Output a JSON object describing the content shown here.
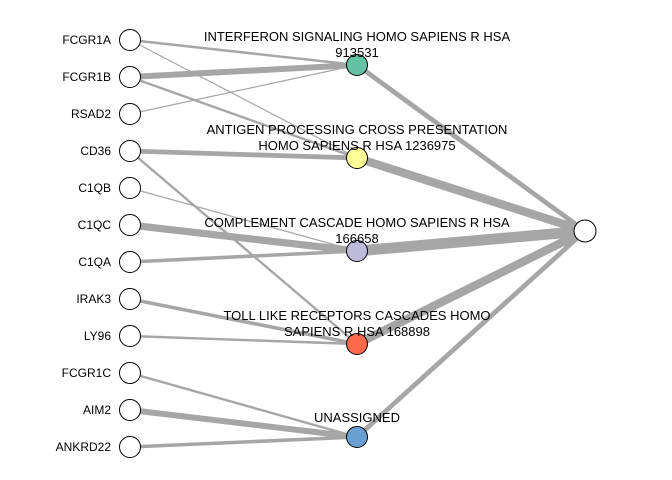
{
  "genes": [
    {
      "id": "FCGR1A",
      "label": "FCGR1A"
    },
    {
      "id": "FCGR1B",
      "label": "FCGR1B"
    },
    {
      "id": "RSAD2",
      "label": "RSAD2"
    },
    {
      "id": "CD36",
      "label": "CD36"
    },
    {
      "id": "C1QB",
      "label": "C1QB"
    },
    {
      "id": "C1QC",
      "label": "C1QC"
    },
    {
      "id": "C1QA",
      "label": "C1QA"
    },
    {
      "id": "IRAK3",
      "label": "IRAK3"
    },
    {
      "id": "LY96",
      "label": "LY96"
    },
    {
      "id": "FCGR1C",
      "label": "FCGR1C"
    },
    {
      "id": "AIM2",
      "label": "AIM2"
    },
    {
      "id": "ANKRD22",
      "label": "ANKRD22"
    }
  ],
  "pathways": [
    {
      "id": "interferon",
      "lines": [
        "INTERFERON SIGNALING HOMO SAPIENS R HSA",
        "913531"
      ],
      "color": "#66c2a5"
    },
    {
      "id": "antigen",
      "lines": [
        "ANTIGEN PROCESSING CROSS PRESENTATION",
        "HOMO SAPIENS R HSA 1236975"
      ],
      "color": "#ffff99"
    },
    {
      "id": "complement",
      "lines": [
        "COMPLEMENT CASCADE HOMO SAPIENS R HSA",
        "166658"
      ],
      "color": "#bebada"
    },
    {
      "id": "toll",
      "lines": [
        "TOLL LIKE RECEPTORS CASCADES HOMO",
        "SAPIENS R HSA 168898"
      ],
      "color": "#fb6a4a"
    },
    {
      "id": "unassigned",
      "lines": [
        "UNASSIGNED"
      ],
      "color": "#6a9fd1"
    }
  ],
  "sink": {
    "id": "sink",
    "color": "#ffffff"
  },
  "edges": [
    {
      "from": "FCGR1A",
      "to": "interferon",
      "weight": 2
    },
    {
      "from": "FCGR1A",
      "to": "antigen",
      "weight": 1
    },
    {
      "from": "FCGR1B",
      "to": "interferon",
      "weight": 5
    },
    {
      "from": "FCGR1B",
      "to": "antigen",
      "weight": 2
    },
    {
      "from": "RSAD2",
      "to": "interferon",
      "weight": 1
    },
    {
      "from": "CD36",
      "to": "antigen",
      "weight": 4
    },
    {
      "from": "CD36",
      "to": "toll",
      "weight": 2
    },
    {
      "from": "C1QB",
      "to": "complement",
      "weight": 1
    },
    {
      "from": "C1QC",
      "to": "complement",
      "weight": 6
    },
    {
      "from": "C1QA",
      "to": "complement",
      "weight": 3
    },
    {
      "from": "IRAK3",
      "to": "toll",
      "weight": 3
    },
    {
      "from": "LY96",
      "to": "toll",
      "weight": 2
    },
    {
      "from": "FCGR1C",
      "to": "unassigned",
      "weight": 2
    },
    {
      "from": "AIM2",
      "to": "unassigned",
      "weight": 5
    },
    {
      "from": "ANKRD22",
      "to": "unassigned",
      "weight": 3
    },
    {
      "from": "interferon",
      "to": "sink",
      "weight": 4
    },
    {
      "from": "antigen",
      "to": "sink",
      "weight": 7
    },
    {
      "from": "complement",
      "to": "sink",
      "weight": 9
    },
    {
      "from": "toll",
      "to": "sink",
      "weight": 7
    },
    {
      "from": "unassigned",
      "to": "sink",
      "weight": 4
    }
  ]
}
